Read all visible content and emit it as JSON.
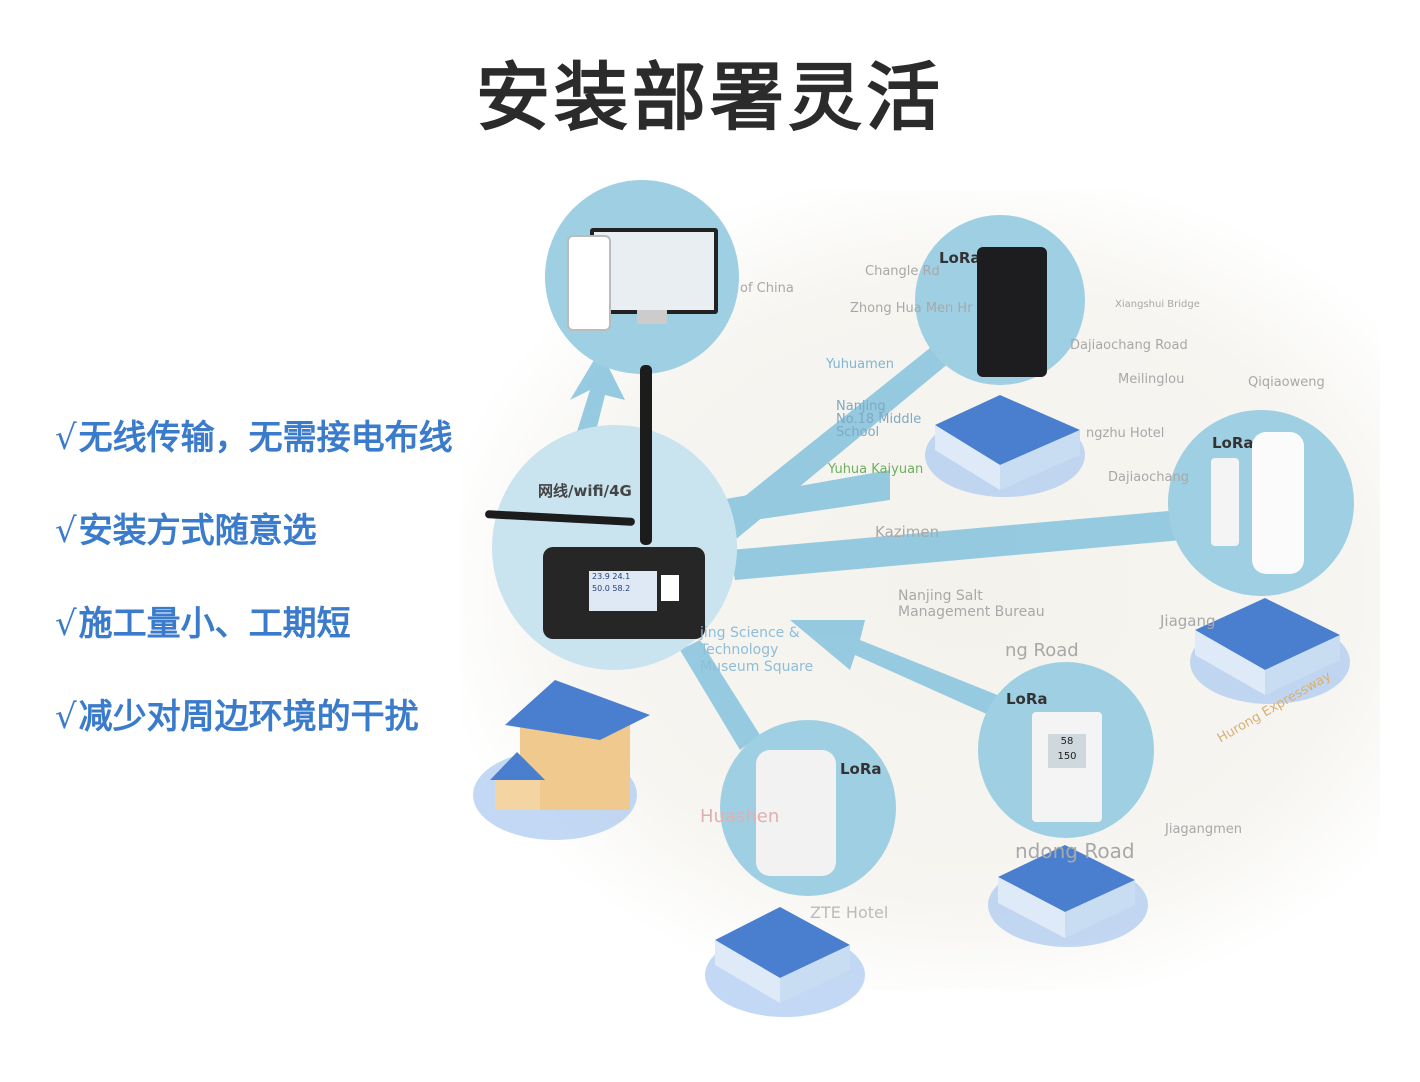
{
  "title": "安装部署灵活",
  "features": [
    {
      "check": "√",
      "text": "无线传输，无需接电布线"
    },
    {
      "check": "√",
      "text": "安装方式随意选"
    },
    {
      "check": "√",
      "text": "施工量小、工期短"
    },
    {
      "check": "√",
      "text": "减少对周边环境的干扰"
    }
  ],
  "hub": {
    "network_label": "网线/wifi/4G",
    "reading_1_temp": "23.9",
    "reading_1_hum": "50.0",
    "reading_2_temp": "24.1",
    "reading_2_hum": "58.2"
  },
  "devices": {
    "lora_label": "LoRa",
    "temp_sensor_value_1": "58",
    "temp_sensor_value_2": "150"
  },
  "map_labels": [
    "Changle Rd",
    "Zhong Hua Men Hr",
    "of China",
    "Yuhuamen",
    "Dajiaochang Road",
    "Xiangshui Bridge",
    "Meilinglou",
    "Qiqiaoweng",
    "Nanjing No.18 Middle School",
    "Yuhua Kaiyuan",
    "ngzhu Hotel",
    "Dajiaochang",
    "Kazimen",
    "Nanjing Salt Management Bureau",
    "Jiagang",
    "ng Road",
    "jing Science & Technology Museum Square",
    "Hurong Expressway",
    "ndong Road",
    "Jiagangmen",
    "Huashen",
    "ZTE Hotel"
  ],
  "colors": {
    "accent": "#3b7bcb",
    "circle": "#9fcfe3",
    "arrow": "#7fbfdc",
    "building": "#4a7fcf"
  }
}
